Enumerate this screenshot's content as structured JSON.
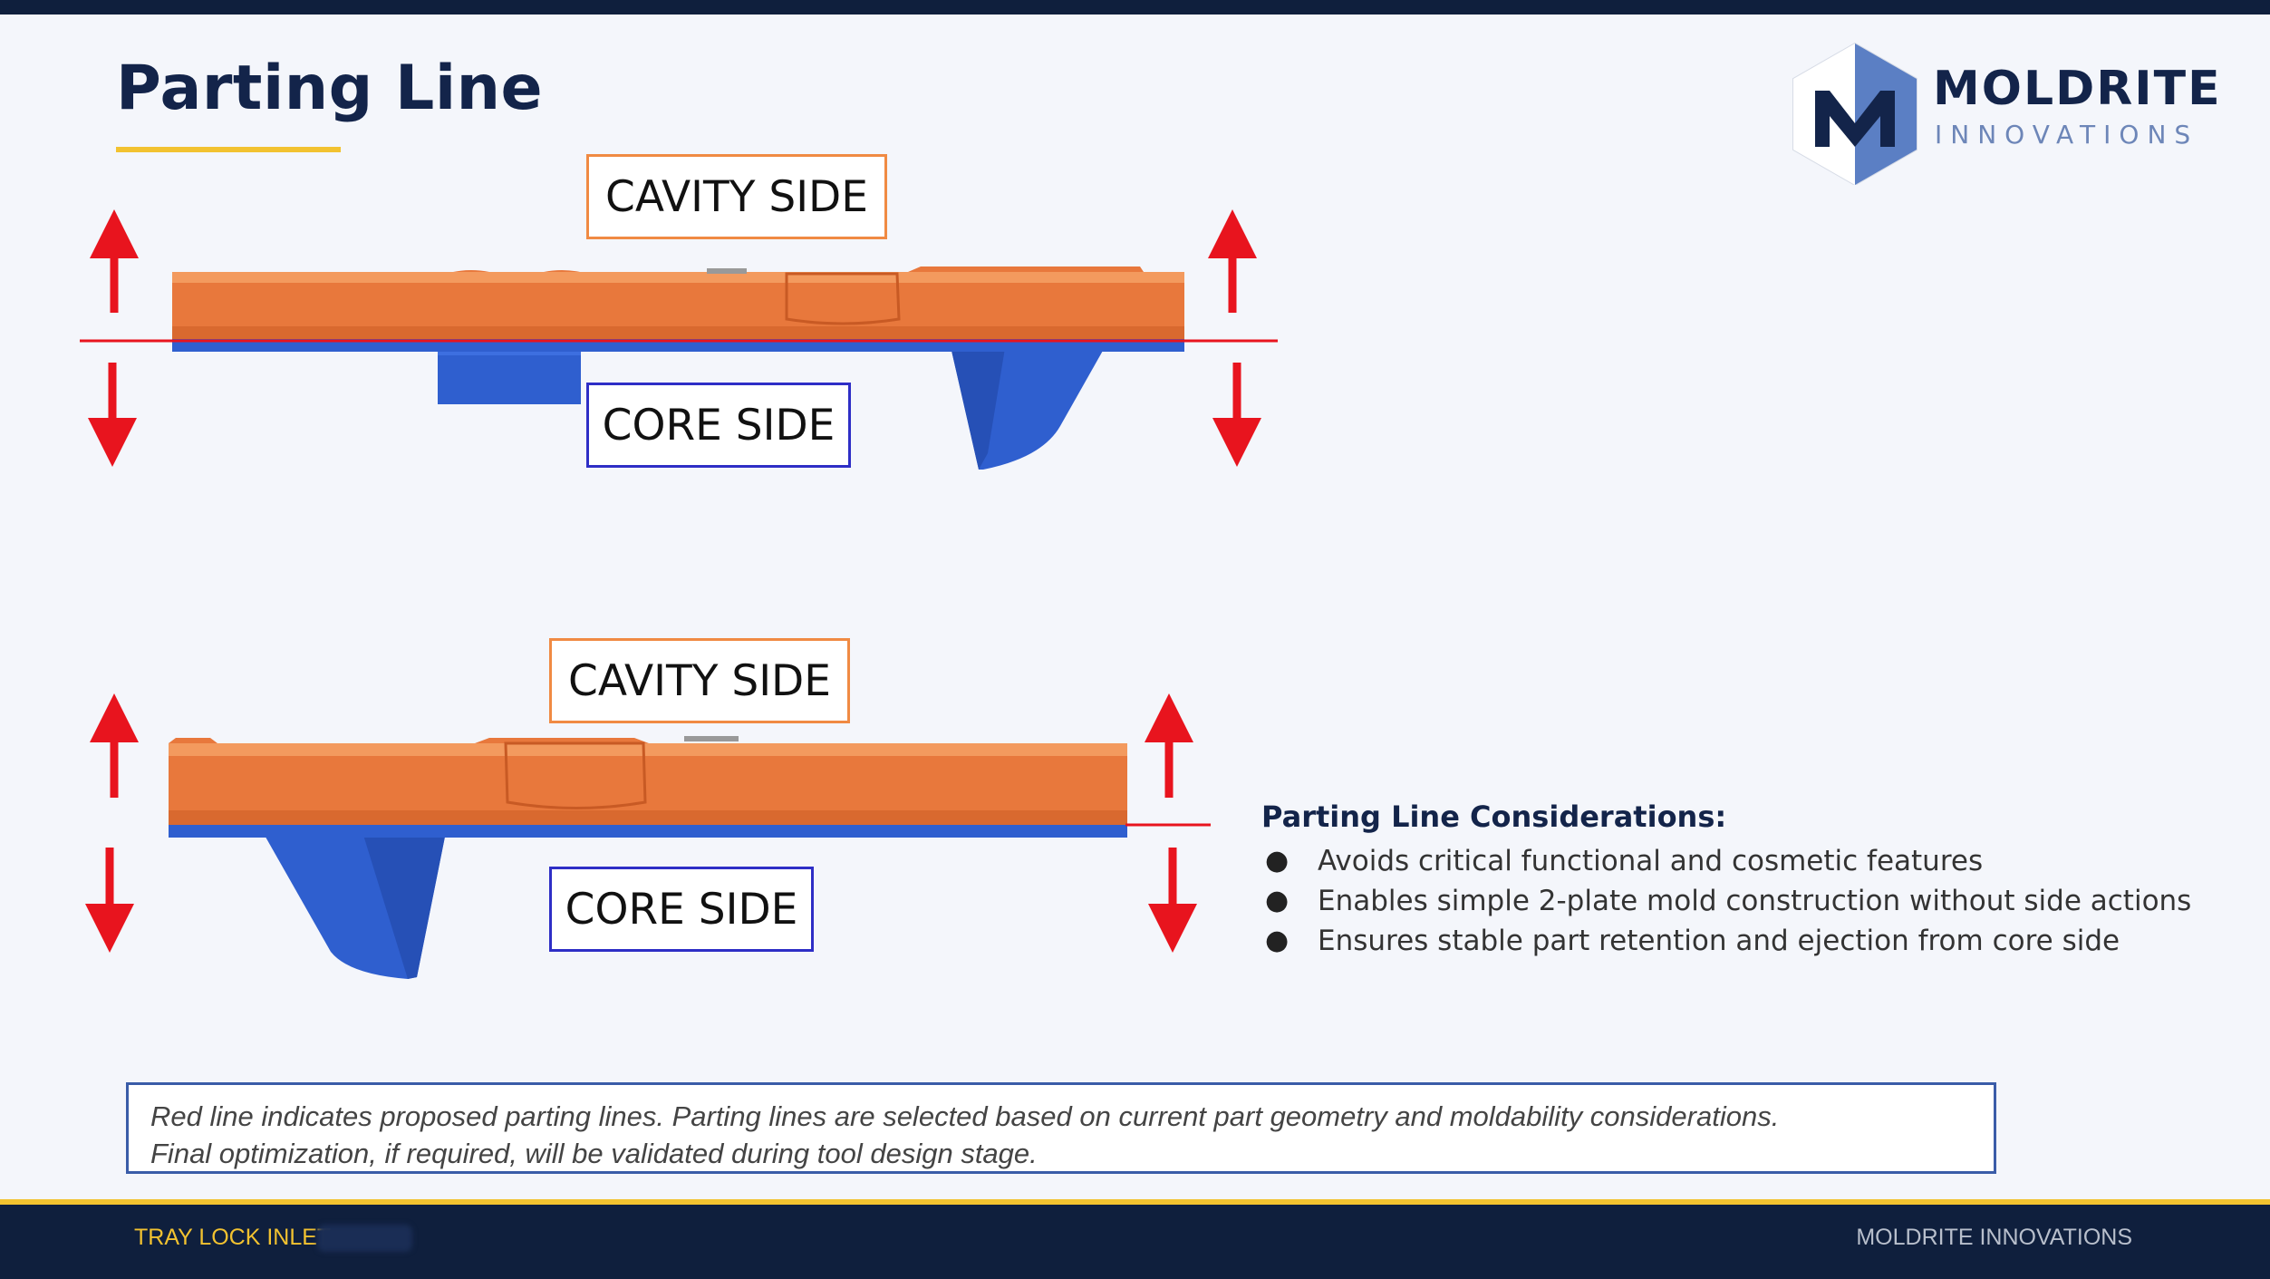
{
  "slide": {
    "title": "Parting Line"
  },
  "logo": {
    "word": "MOLDRITE",
    "sub": "INNOVATIONS",
    "icon": "hexagon-m-logo-icon"
  },
  "diagram": {
    "top": {
      "cavity_label": "CAVITY SIDE",
      "core_label": "CORE SIDE"
    },
    "bottom": {
      "cavity_label": "CAVITY SIDE",
      "core_label": "CORE SIDE"
    },
    "colors": {
      "cavity_part": "#e8783c",
      "core_part": "#2f5fcf",
      "parting_line": "#e8141e",
      "arrow": "#e8141e"
    }
  },
  "considerations": {
    "heading": "Parting Line Considerations:",
    "items": [
      "Avoids critical functional and cosmetic features",
      "Enables simple 2-plate mold construction without side actions",
      "Ensures stable part retention and ejection from core side"
    ]
  },
  "note": {
    "line1": "Red line indicates proposed parting lines. Parting lines are selected based on current part geometry and moldability considerations.",
    "line2": "Final optimization, if required, will be validated during tool design stage."
  },
  "footer": {
    "left": "TRAY LOCK INLET",
    "right": "MOLDRITE INNOVATIONS"
  }
}
